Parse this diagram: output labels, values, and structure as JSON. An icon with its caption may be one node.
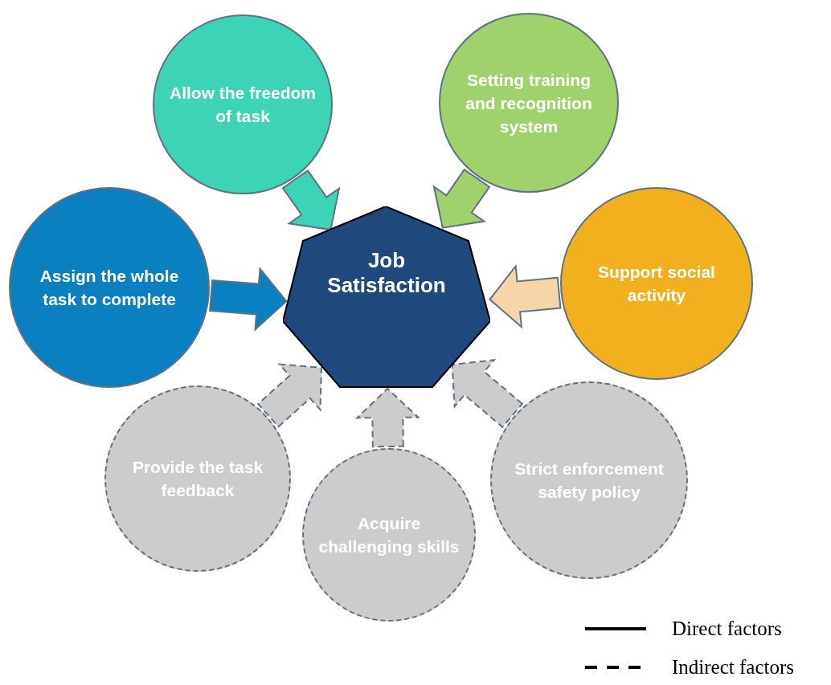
{
  "diagram": {
    "nodes": [
      {
        "text": [
          "Job Satisfaction"
        ]
      },
      {
        "text": [
          "Allow the freedom of task"
        ]
      },
      {
        "text": [
          "Setting training and recognition system"
        ]
      },
      {
        "text": [
          "Assign the whole task to complete"
        ]
      },
      {
        "text": [
          "Support social activity"
        ]
      },
      {
        "text": [
          "Provide the task feedback"
        ]
      },
      {
        "text": [
          "Acquire challenging skills"
        ]
      },
      {
        "text": [
          "Strict enforcement safety policy"
        ]
      }
    ],
    "edges": [
      {
        "from": 1,
        "to": 0,
        "arrow": "to",
        "color": "#3dd3b7"
      },
      {
        "from": 2,
        "to": 0,
        "arrow": "to",
        "color": "#9fd16c"
      },
      {
        "from": 3,
        "to": 0,
        "arrow": "to",
        "color": "#0a80c0"
      },
      {
        "from": 4,
        "to": 0,
        "arrow": "to",
        "color": "#f8d5a8"
      },
      {
        "from": 5,
        "to": 0,
        "arrow": "to",
        "style": "dashed",
        "color": "#cccccc"
      },
      {
        "from": 6,
        "to": 0,
        "arrow": "to",
        "style": "dashed",
        "color": "#cccccc"
      },
      {
        "from": 7,
        "to": 0,
        "arrow": "to",
        "style": "dashed",
        "color": "#cccccc"
      }
    ],
    "legend": [
      {
        "text": "Direct factors"
      },
      {
        "text": "Indirect factors"
      }
    ]
  }
}
